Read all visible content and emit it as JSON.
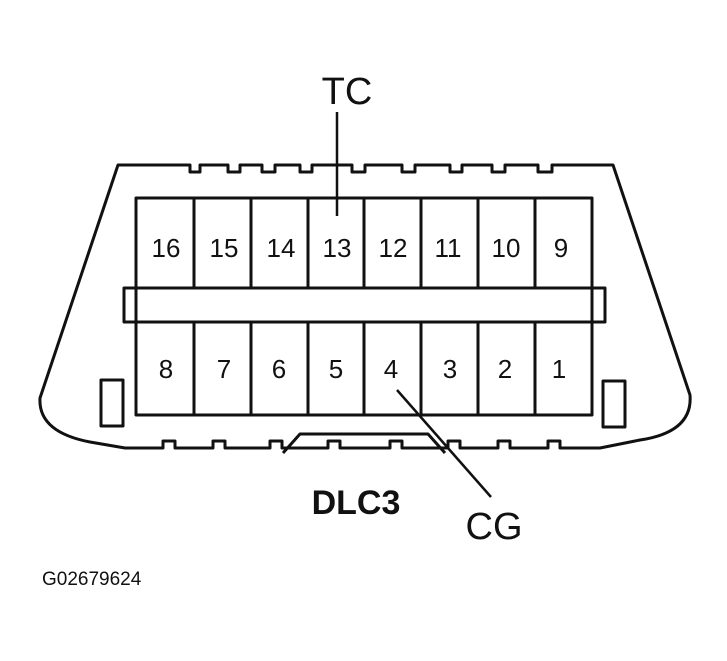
{
  "connector": {
    "name": "DLC3",
    "top_row_pins": [
      "16",
      "15",
      "14",
      "13",
      "12",
      "11",
      "10",
      "9"
    ],
    "bottom_row_pins": [
      "8",
      "7",
      "6",
      "5",
      "4",
      "3",
      "2",
      "1"
    ]
  },
  "callouts": {
    "tc": "TC",
    "cg": "CG"
  },
  "figure_code": "G02679624"
}
